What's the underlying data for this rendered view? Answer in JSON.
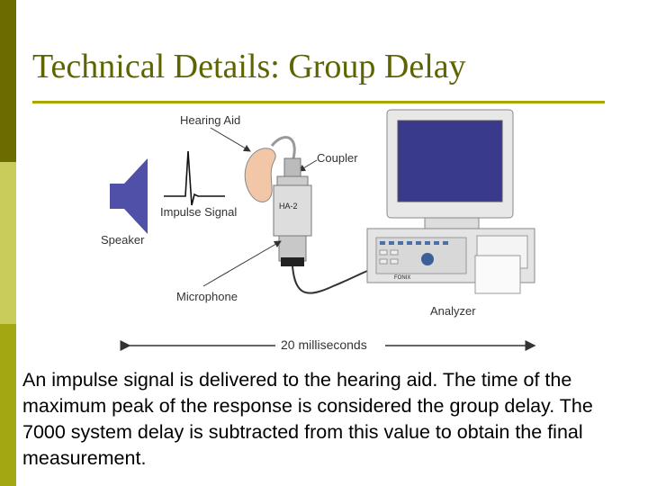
{
  "slide": {
    "title": "Technical Details: Group Delay",
    "caption": "An impulse signal is delivered to the hearing aid.  The time of the maximum peak of the response is considered the group delay.  The 7000 system delay is subtracted from this value to obtain the final measurement."
  },
  "diagram": {
    "labels": {
      "hearing_aid": "Hearing Aid",
      "coupler": "Coupler",
      "impulse_signal": "Impulse Signal",
      "speaker": "Speaker",
      "microphone": "Microphone",
      "analyzer": "Analyzer",
      "duration": "20 milliseconds",
      "coupler_tag": "HA-2",
      "brand": "FONIX"
    },
    "colors": {
      "sidebar_dark": "#6b6b00",
      "sidebar_light": "#c9cc5a",
      "sidebar_mid": "#a3a812",
      "title": "#5e6400",
      "speaker": "#5050a8",
      "screen": "#3a3a8c",
      "hearing_aid": "#f2c7a8"
    }
  }
}
